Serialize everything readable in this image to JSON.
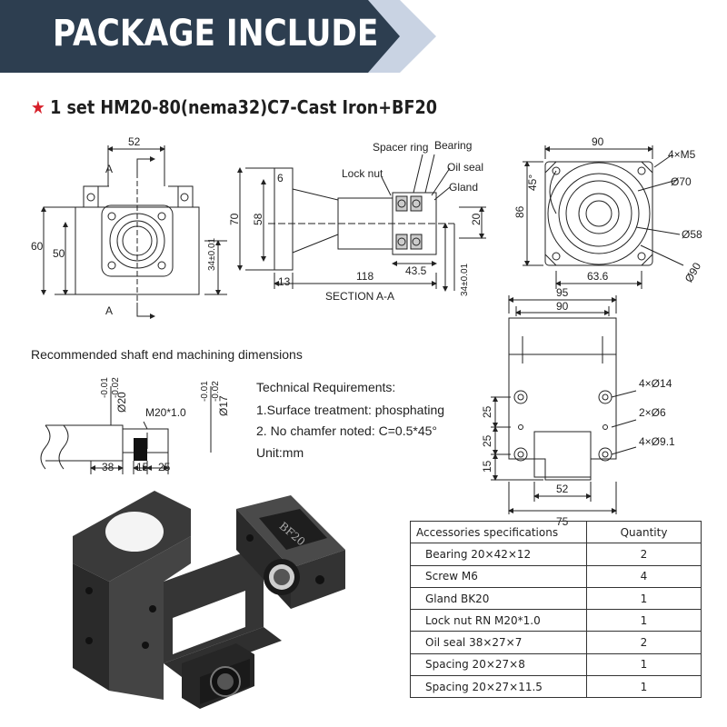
{
  "banner": {
    "title": "PACKAGE INCLUDE",
    "color": "#2d3e50",
    "accent": "#c9d3e3"
  },
  "subtitle": {
    "star": "★",
    "text": "1 set HM20-80(nema32)C7-Cast Iron+BF20"
  },
  "front_view": {
    "width_dim": "52",
    "height_outer": "60",
    "height_inner": "50",
    "center_height": "34±0.01",
    "section_marker_top": "A",
    "section_marker_bottom": "A"
  },
  "section_view": {
    "labels": {
      "spacer_ring": "Spacer ring",
      "bearing": "Bearing",
      "lock_nut": "Lock nut",
      "oil_seal": "Oil seal",
      "gland": "Gland",
      "section": "SECTION  A-A"
    },
    "dims": {
      "flange": "6",
      "outer": "70",
      "inner": "58",
      "bore": "20",
      "length": "118",
      "bearing_len": "43.5",
      "base": "13",
      "center": "34±0.01"
    }
  },
  "flange_view": {
    "width": "90",
    "height": "86",
    "angle": "45°",
    "holes": "4×M5",
    "d70": "Ø70",
    "d58": "Ø58",
    "d90": "Ø90",
    "offset": "63.6"
  },
  "bottom_view": {
    "w95": "95",
    "w90": "90",
    "h14": "4×Ø14",
    "h6": "2×Ø6",
    "h91": "4×Ø9.1",
    "v25a": "25",
    "v25b": "25",
    "v15": "15",
    "w52": "52",
    "w75": "75"
  },
  "shaft_end": {
    "heading": "Recommended shaft end machining dimensions",
    "d20": "Ø20",
    "d20_tol_upper": "-0.01",
    "d20_tol_lower": "-0.02",
    "thread": "M20*1.0",
    "d17": "Ø17",
    "d17_tol_upper": "-0.01",
    "d17_tol_lower": "-0.02",
    "len38": "38",
    "len15": "15",
    "len25": "25"
  },
  "tech_req": {
    "title": "Technical Requirements:",
    "line1": "1.Surface treatment: phosphating",
    "line2": "2. No chamfer noted: C=0.5*45°",
    "unit": "Unit:mm"
  },
  "photo": {
    "bf_label": "BF20"
  },
  "accessories": {
    "header_item": "Accessories specifications",
    "header_qty": "Quantity",
    "rows": [
      {
        "item": "Bearing 20×42×12",
        "qty": "2"
      },
      {
        "item": "Screw M6",
        "qty": "4"
      },
      {
        "item": "Gland BK20",
        "qty": "1"
      },
      {
        "item": "Lock nut RN M20*1.0",
        "qty": "1"
      },
      {
        "item": "Oil seal 38×27×7",
        "qty": "2"
      },
      {
        "item": "Spacing 20×27×8",
        "qty": "1"
      },
      {
        "item": "Spacing 20×27×11.5",
        "qty": "1"
      }
    ]
  }
}
